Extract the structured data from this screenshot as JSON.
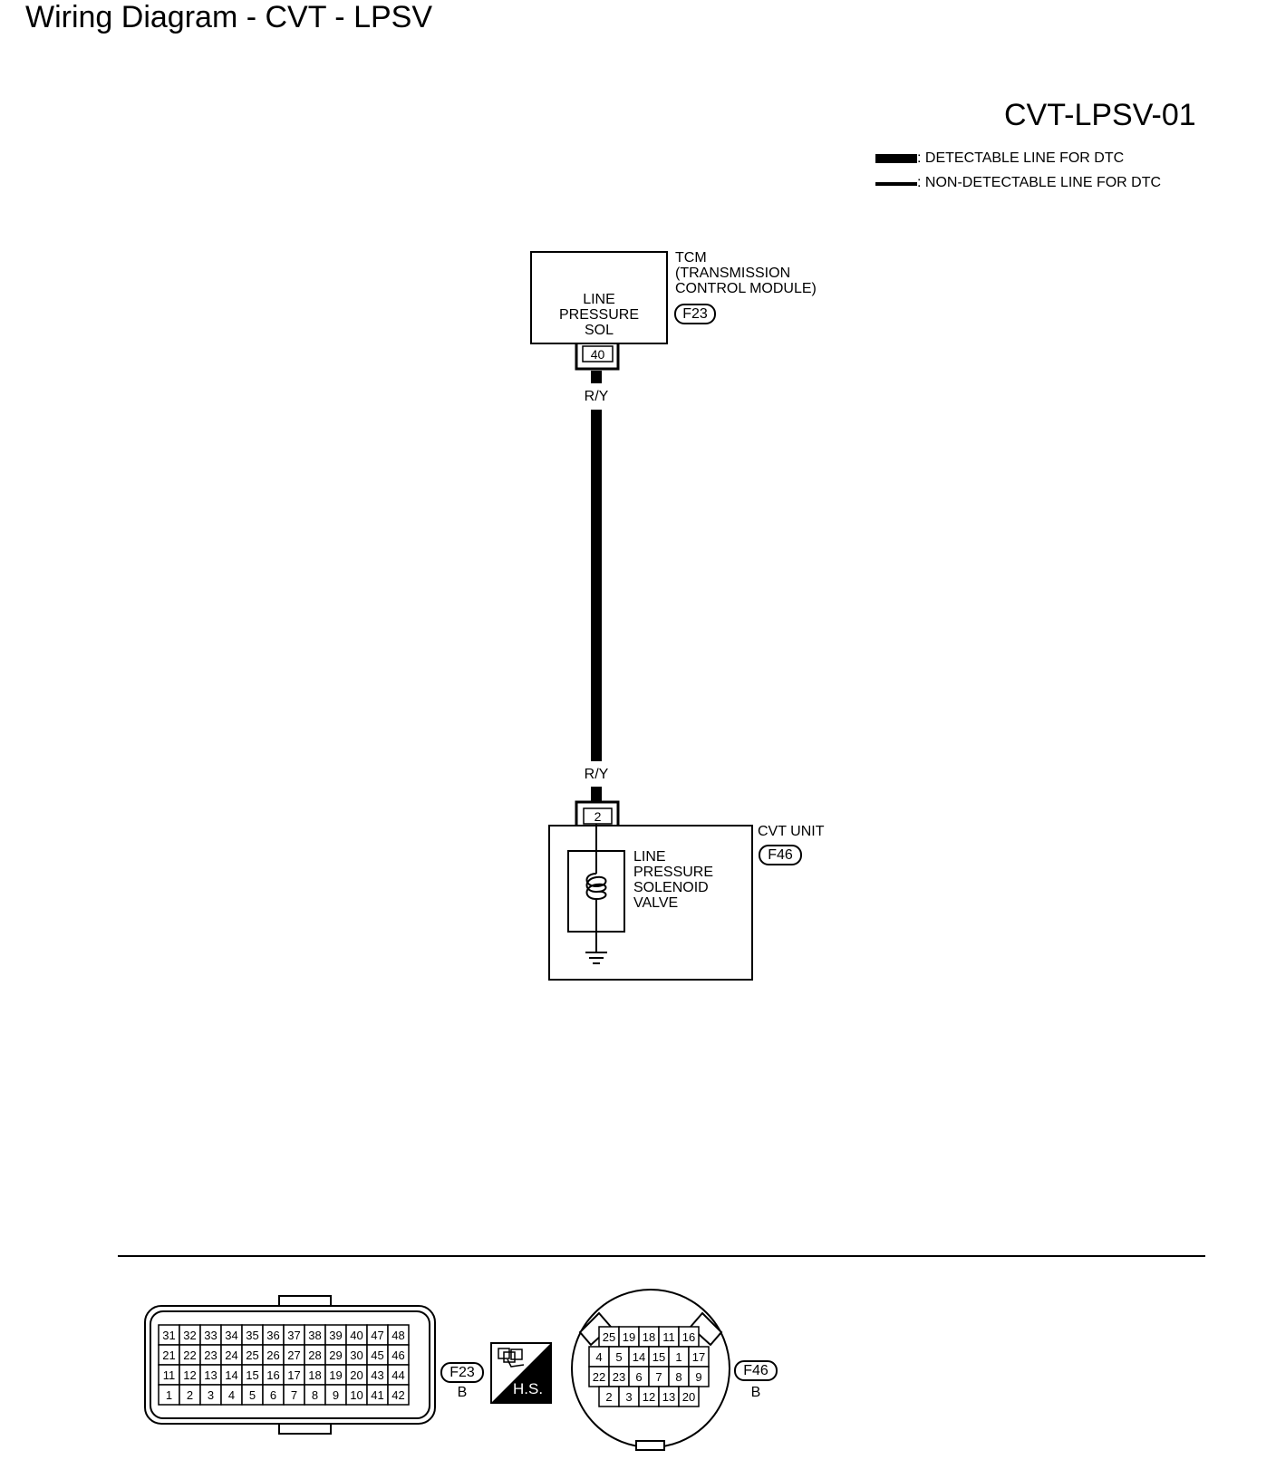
{
  "header": {
    "title": "Wiring Diagram - CVT - LPSV",
    "diagram_code": "CVT-LPSV-01"
  },
  "legend": {
    "detectable": ": DETECTABLE LINE FOR DTC",
    "non_detectable": ": NON-DETECTABLE LINE FOR DTC"
  },
  "tcm": {
    "name_lines": [
      "TCM",
      "(TRANSMISSION",
      "CONTROL MODULE)"
    ],
    "connector": "F23",
    "inner_lines": [
      "LINE",
      "PRESSURE",
      "SOL"
    ],
    "terminal": "40"
  },
  "wire": {
    "color_top": "R/Y",
    "color_bottom": "R/Y"
  },
  "cvt_unit": {
    "name": "CVT UNIT",
    "connector": "F46",
    "terminal": "2",
    "inner_lines": [
      "LINE",
      "PRESSURE",
      "SOLENOID",
      "VALVE"
    ]
  },
  "connectors": {
    "f23": {
      "id": "F23",
      "color": "B",
      "rows": [
        [
          "31",
          "32",
          "33",
          "34",
          "35",
          "36",
          "37",
          "38",
          "39",
          "40",
          "47",
          "48"
        ],
        [
          "21",
          "22",
          "23",
          "24",
          "25",
          "26",
          "27",
          "28",
          "29",
          "30",
          "45",
          "46"
        ],
        [
          "11",
          "12",
          "13",
          "14",
          "15",
          "16",
          "17",
          "18",
          "19",
          "20",
          "43",
          "44"
        ],
        [
          "1",
          "2",
          "3",
          "4",
          "5",
          "6",
          "7",
          "8",
          "9",
          "10",
          "41",
          "42"
        ]
      ]
    },
    "hs": {
      "label": "H.S."
    },
    "f46": {
      "id": "F46",
      "color": "B",
      "rows": [
        [
          "25",
          "19",
          "18",
          "11",
          "16"
        ],
        [
          "4",
          "5",
          "14",
          "15",
          "1",
          "17"
        ],
        [
          "22",
          "23",
          "6",
          "7",
          "8",
          "9"
        ],
        [
          "2",
          "3",
          "12",
          "13",
          "20"
        ]
      ]
    }
  }
}
